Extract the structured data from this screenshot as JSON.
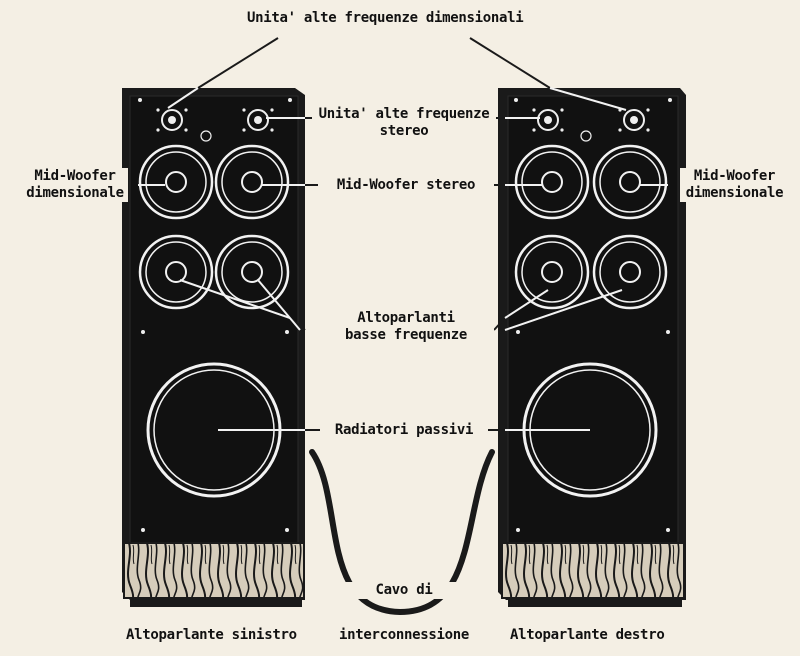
{
  "labels": {
    "tweeter_dimensional": "Unita' alte frequenze dimensionali",
    "tweeter_stereo_1": "Unita' alte frequenze",
    "tweeter_stereo_2": "stereo",
    "midwoofer_dim_left_1": "Mid-Woofer",
    "midwoofer_dim_left_2": "dimensionale",
    "midwoofer_stereo": "Mid-Woofer stereo",
    "midwoofer_dim_right_1": "Mid-Woofer",
    "midwoofer_dim_right_2": "dimensionale",
    "bass_1": "Altoparlanti",
    "bass_2": "basse frequenze",
    "passive": "Radiatori passivi",
    "cable_1": "Cavo di",
    "cable_2": "interconnessione",
    "left_speaker": "Altoparlante sinistro",
    "right_speaker": "Altoparlante destro"
  },
  "colors": {
    "paper": "#f4efe4",
    "cabinet": "#1a1a1a",
    "wood": "#cfc6b4",
    "line": "#f2f2f2"
  }
}
